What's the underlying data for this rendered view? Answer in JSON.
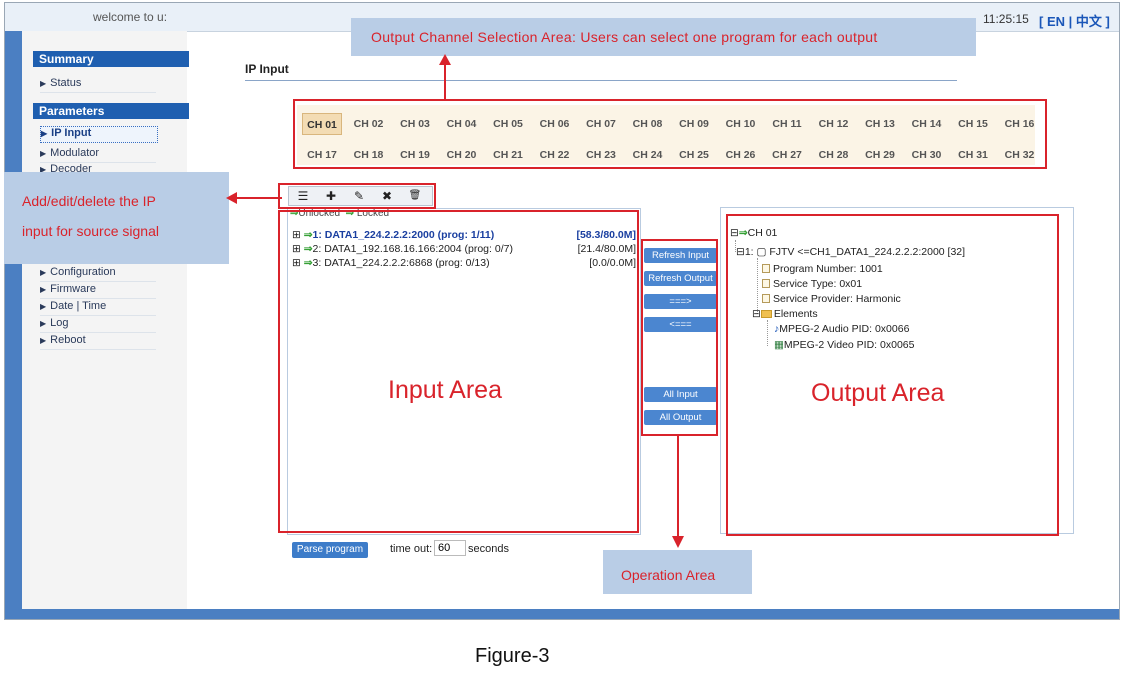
{
  "header": {
    "welcome": "welcome to u:",
    "clock": "11:25:15",
    "lang": "[ EN | 中文 ]"
  },
  "sidebar": {
    "sections": [
      {
        "title": "Summary",
        "items": [
          "Status"
        ]
      },
      {
        "title": "Parameters",
        "items": [
          "IP Input",
          "Modulator",
          "Decoder"
        ]
      }
    ],
    "more_items": [
      "Configuration",
      "Firmware",
      "Date | Time",
      "Log",
      "Reboot"
    ],
    "active_item": "IP Input"
  },
  "page": {
    "title": "IP Input"
  },
  "channels": {
    "row1": [
      "CH 01",
      "CH 02",
      "CH 03",
      "CH 04",
      "CH 05",
      "CH 06",
      "CH 07",
      "CH 08",
      "CH 09",
      "CH 10",
      "CH 11",
      "CH 12",
      "CH 13",
      "CH 14",
      "CH 15",
      "CH 16"
    ],
    "row2": [
      "CH 17",
      "CH 18",
      "CH 19",
      "CH 20",
      "CH 21",
      "CH 22",
      "CH 23",
      "CH 24",
      "CH 25",
      "CH 26",
      "CH 27",
      "CH 28",
      "CH 29",
      "CH 30",
      "CH 31",
      "CH 32"
    ],
    "selected": "CH 01"
  },
  "toolbar": {
    "list_icon": "☰",
    "add_icon": "✚",
    "edit_icon": "✎",
    "delete_icon": "✖",
    "trash_icon": "🗑"
  },
  "input": {
    "legend_unlocked": "Unlocked",
    "legend_locked": "Locked",
    "rows": [
      {
        "label": "1: DATA1_224.2.2.2:2000 (prog: 1/11)",
        "rate": "[58.3/80.0M]"
      },
      {
        "label": "2: DATA1_192.168.16.166:2004 (prog: 0/7)",
        "rate": "[21.4/80.0M]"
      },
      {
        "label": "3: DATA1_224.2.2.2:6868 (prog: 0/13)",
        "rate": "[0.0/0.0M]"
      }
    ]
  },
  "operations": {
    "refresh_input": "Refresh Input",
    "refresh_output": "Refresh Output",
    "move_right": "===>",
    "move_left": "<===",
    "all_input": "All Input",
    "all_output": "All Output"
  },
  "output": {
    "channel": "CH 01",
    "program": "1: ▢ FJTV <=CH1_DATA1_224.2.2.2:2000 [32]",
    "program_number": "Program Number: 1001",
    "service_type": "Service Type: 0x01",
    "service_provider": "Service Provider: Harmonic",
    "elements": "Elements",
    "audio": "MPEG-2 Audio PID: 0x0066",
    "video": "MPEG-2 Video PID: 0x0065"
  },
  "parse": {
    "button": "Parse program",
    "timeout_label": "time out:",
    "timeout_value": "60",
    "seconds": "seconds"
  },
  "annotations": {
    "output_selection": "Output  Channel  Selection  Area:  Users  can  select  one  program  for  each  output",
    "add_edit_line1": "Add/edit/delete the IP",
    "add_edit_line2": "input for source signal",
    "input_area": "Input Area",
    "output_area": "Output Area",
    "operation_area": "Operation Area",
    "figure": "Figure-3"
  },
  "colors": {
    "accent": "#1f5fb0",
    "annotation": "#d9232b",
    "callout_bg": "#b9cde6",
    "channel_selected": "#f3dcb4"
  }
}
